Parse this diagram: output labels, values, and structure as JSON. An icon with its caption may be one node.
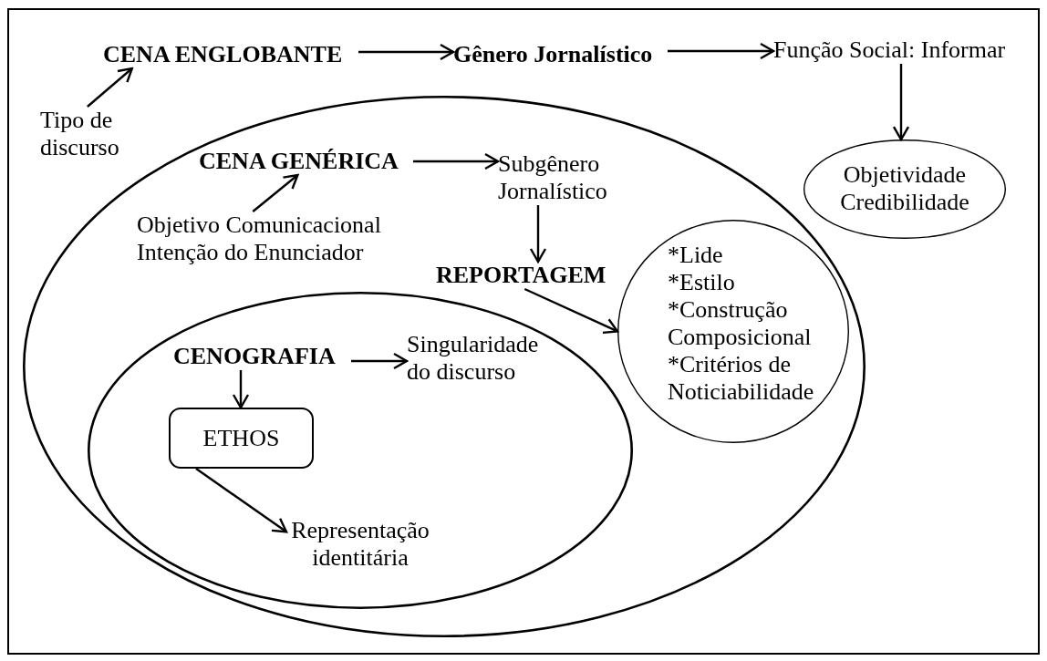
{
  "diagram": {
    "nodes": [
      {
        "text": [
          "CENA ENGLOBANTE"
        ]
      },
      {
        "text": [
          "Gênero Jornalístico"
        ]
      },
      {
        "text": [
          "Função Social: Informar"
        ]
      },
      {
        "text": [
          "Tipo de discurso"
        ]
      },
      {
        "text": [],
        "shape": "ellipse"
      },
      {
        "text": [
          "CENA GENÉRICA"
        ],
        "in": 4
      },
      {
        "text": [
          "Subgênero Jornalístico"
        ],
        "in": 4
      },
      {
        "text": [
          "Objetividade",
          "Credibilidade"
        ]
      },
      {
        "text": [
          "Objetivo Comunicacional",
          "Intenção do Enunciador"
        ],
        "in": 4
      },
      {
        "text": [
          "REPORTAGEM"
        ],
        "in": 4
      },
      {
        "text": [
          "*Lide",
          "*Estilo",
          "*Construção Composicional",
          "*Critérios de Noticiabilidade"
        ],
        "in": 4
      },
      {
        "text": [],
        "shape": "ellipse",
        "in": 4
      },
      {
        "text": [
          "CENOGRAFIA"
        ],
        "in": 11
      },
      {
        "text": [
          "Singularidade do discurso"
        ],
        "in": 11
      },
      {
        "text": [
          "ETHOS"
        ],
        "in": 11
      },
      {
        "text": [
          "Representação identitária"
        ],
        "in": 11
      }
    ],
    "edges": [
      {
        "from": 0,
        "to": 1,
        "arrow": "to"
      },
      {
        "from": 1,
        "to": 2,
        "arrow": "to"
      },
      {
        "from": 2,
        "to": 7,
        "arrow": "to"
      },
      {
        "from": 3,
        "to": 0,
        "arrow": "to"
      },
      {
        "from": 5,
        "to": 6,
        "arrow": "to"
      },
      {
        "from": 8,
        "to": 5,
        "arrow": "to"
      },
      {
        "from": 6,
        "to": 9,
        "arrow": "to"
      },
      {
        "from": 9,
        "to": 10,
        "arrow": "to"
      },
      {
        "from": 12,
        "to": 13,
        "arrow": "to"
      },
      {
        "from": 12,
        "to": 14,
        "arrow": "to"
      },
      {
        "from": 14,
        "to": 15,
        "arrow": "to"
      }
    ]
  }
}
